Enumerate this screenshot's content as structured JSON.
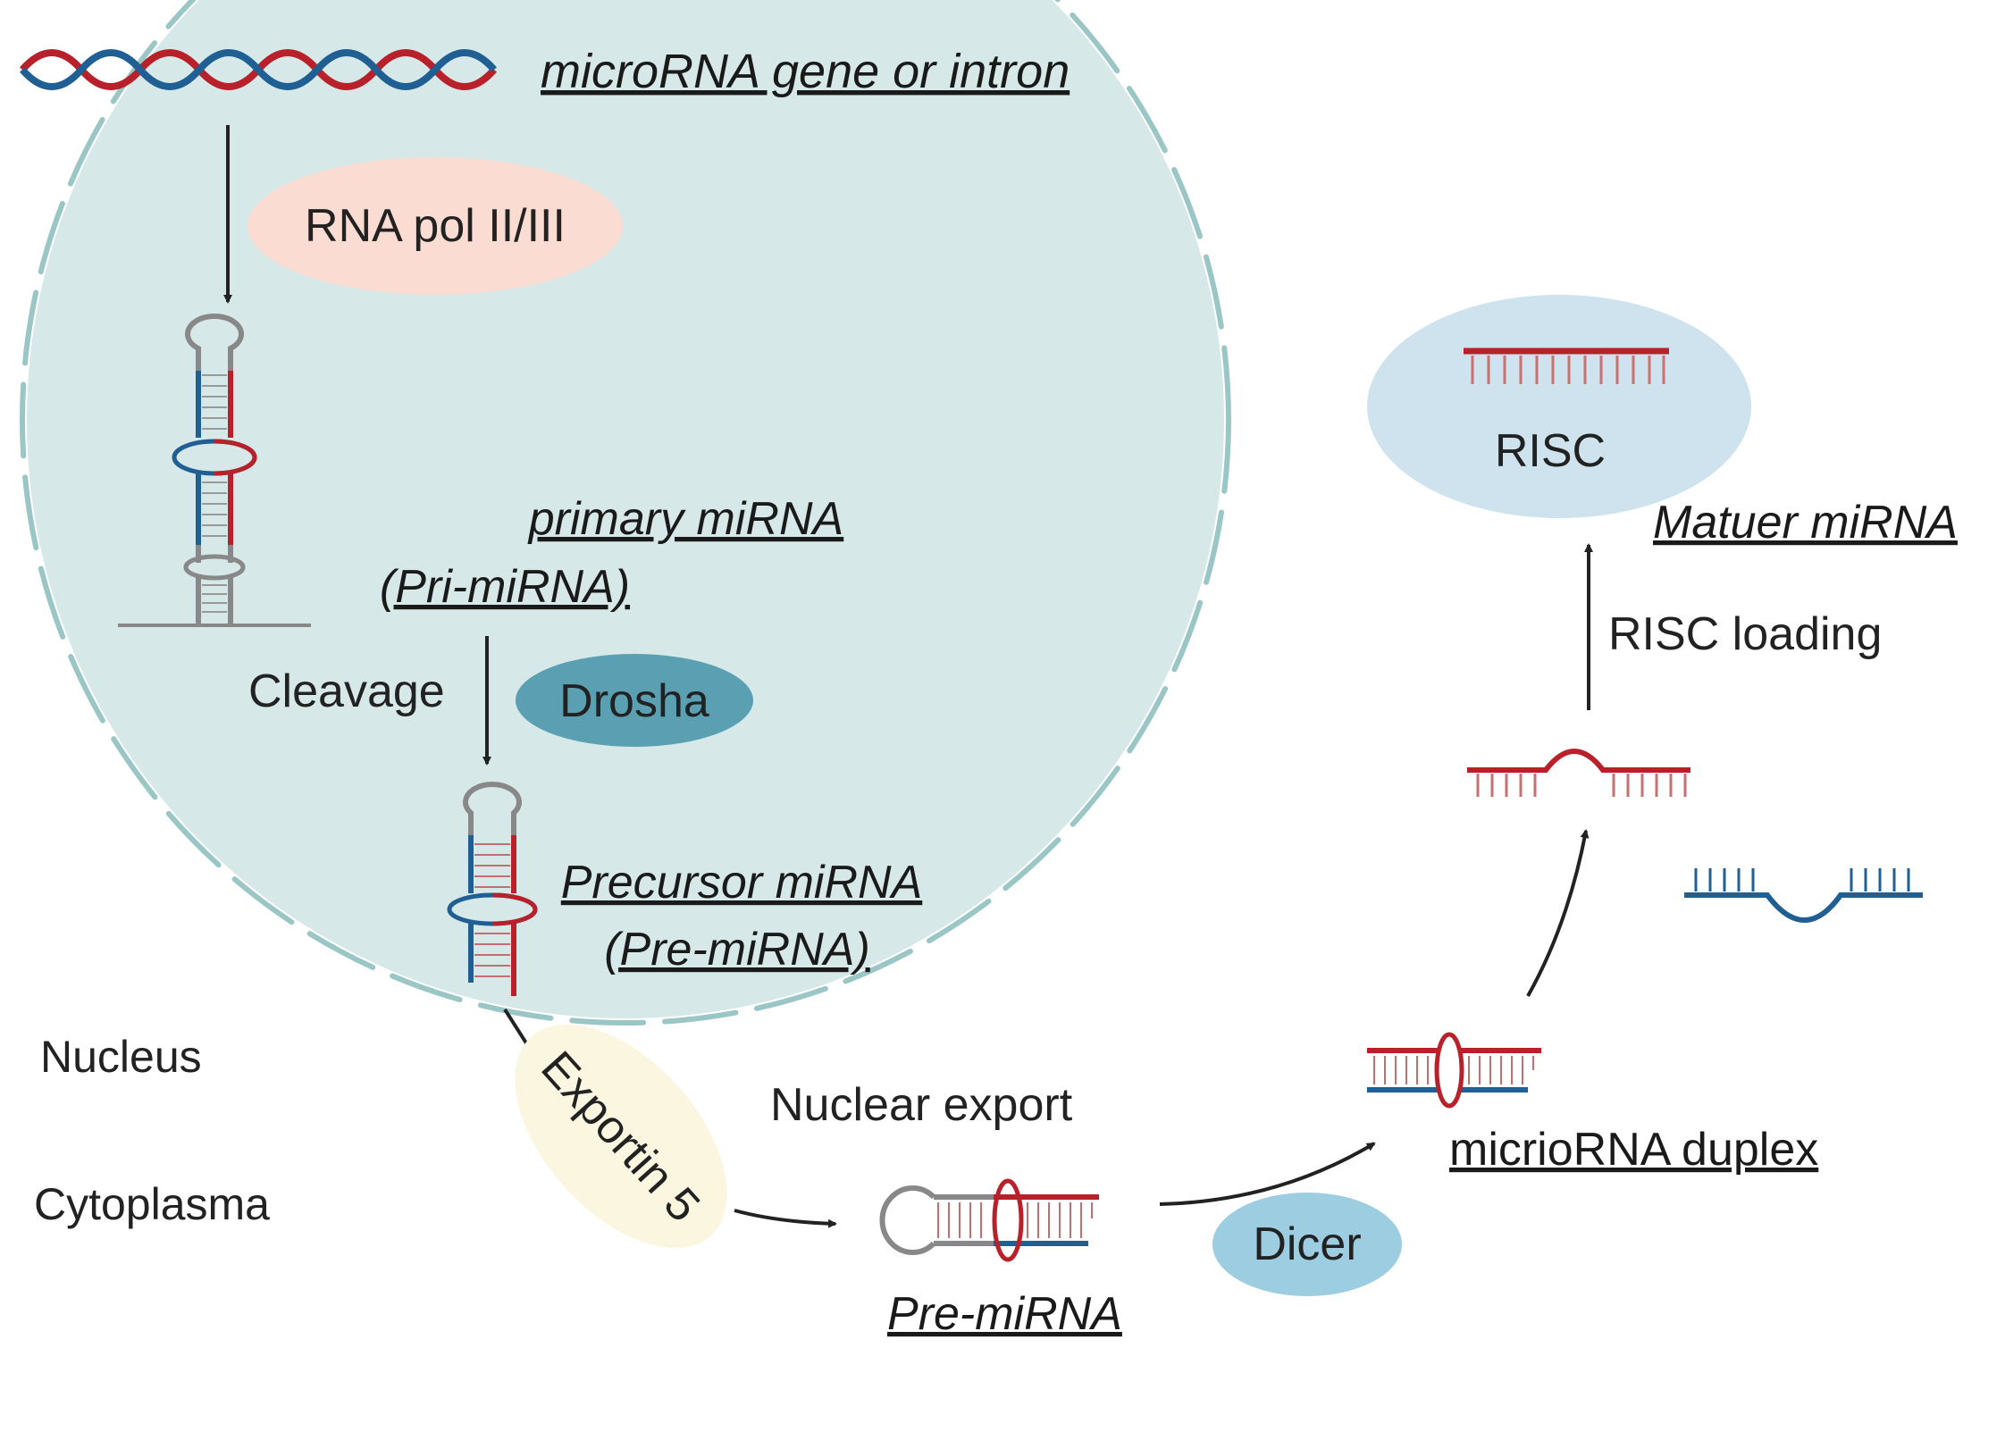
{
  "labels": {
    "gene": "microRNA gene or intron",
    "polymerase": "RNA pol II/III",
    "primary_line1": "primary miRNA",
    "primary_line2": "(Pri-miRNA)",
    "cleavage": "Cleavage",
    "drosha": "Drosha",
    "precursor_line1": "Precursor miRNA",
    "precursor_line2": "(Pre-miRNA)",
    "nucleus": "Nucleus",
    "cytoplasma": "Cytoplasma",
    "exportin": "Exportin 5",
    "nuclear_export": "Nuclear export",
    "pre_mirna": "Pre-miRNA",
    "dicer": "Dicer",
    "duplex": "micrioRNA duplex",
    "risc_loading": "RISC loading",
    "risc": "RISC",
    "mature": "Matuer miRNA"
  },
  "colors": {
    "nucleus_fill": "#d6e8e8",
    "nucleus_membrane": "#9ac6c6",
    "rna_red": "#b8202a",
    "rna_blue": "#1f5f93",
    "loop_gray": "#888888",
    "polymerase_fill": "#fadcd2",
    "drosha_fill": "#5a9fb2",
    "exportin_fill": "#fbf6df",
    "dicer_fill": "#9ccde0",
    "risc_fill": "#cfe3ef",
    "arrow": "#222222"
  }
}
